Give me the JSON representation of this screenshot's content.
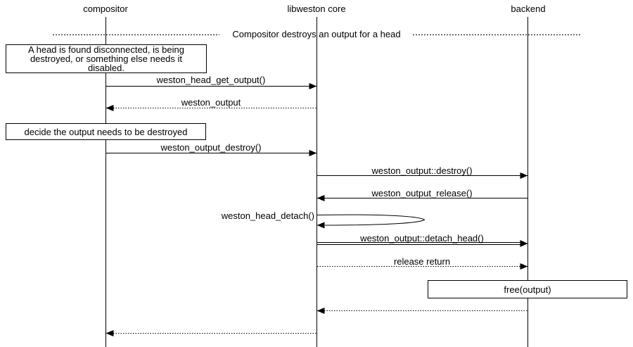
{
  "colors": {
    "foreground": "#000000",
    "background": "#ffffff"
  },
  "actors": [
    {
      "label": "compositor"
    },
    {
      "label": "libweston core"
    },
    {
      "label": "backend"
    }
  ],
  "divider": {
    "label": "Compositor destroys an output for a head"
  },
  "notes": [
    {
      "lines": [
        "A head is found disconnected, is being",
        "destroyed, or something else needs it",
        "disabled."
      ]
    },
    {
      "lines": [
        "decide the output needs to be destroyed"
      ]
    },
    {
      "lines": [
        "free(output)"
      ]
    }
  ],
  "messages": [
    {
      "label": "weston_head_get_output()",
      "from": "compositor",
      "to": "libweston core",
      "line": "solid"
    },
    {
      "label": "weston_output",
      "from": "libweston core",
      "to": "compositor",
      "line": "dotted"
    },
    {
      "label": "weston_output_destroy()",
      "from": "compositor",
      "to": "libweston core",
      "line": "solid"
    },
    {
      "label": "weston_output::destroy()",
      "from": "libweston core",
      "to": "backend",
      "line": "solid"
    },
    {
      "label": "weston_output_release()",
      "from": "backend",
      "to": "libweston core",
      "line": "solid"
    },
    {
      "label": "weston_head_detach()",
      "from": "libweston core",
      "to": "libweston core",
      "line": "self"
    },
    {
      "label": "weston_output::detach_head()",
      "from": "libweston core",
      "to": "backend",
      "line": "double"
    },
    {
      "label": "release return",
      "from": "libweston core",
      "to": "backend",
      "line": "dotted"
    },
    {
      "label": "",
      "from": "backend",
      "to": "libweston core",
      "line": "dotted"
    },
    {
      "label": "",
      "from": "libweston core",
      "to": "compositor",
      "line": "dotted"
    }
  ]
}
